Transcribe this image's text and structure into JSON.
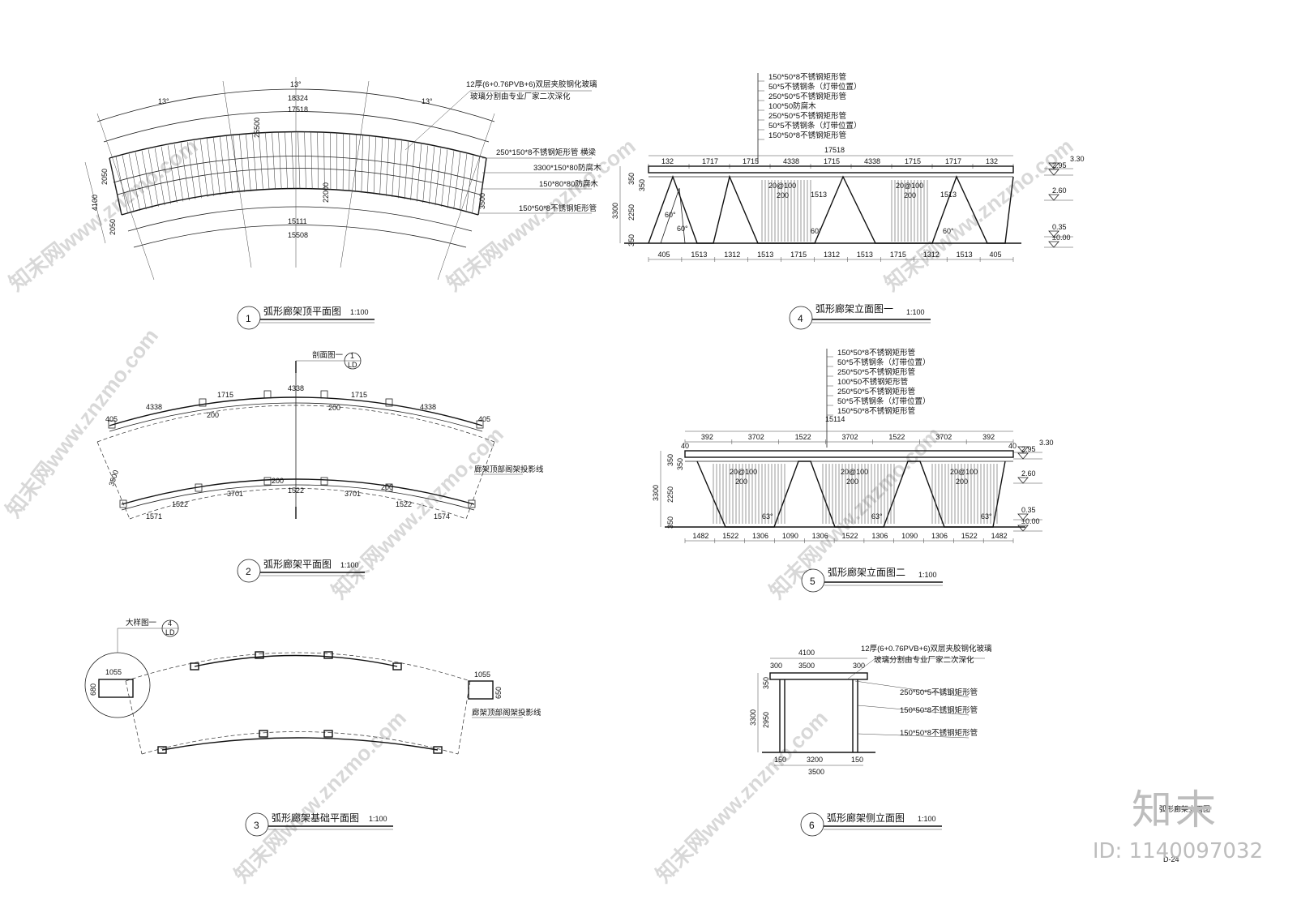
{
  "sheet": {
    "brand_mark": "知末",
    "id_label": "ID: 1140097032",
    "watermark_texts": [
      "知末网www.znzmo.com",
      "知末网www.znzmo.com",
      "知末网www.znzmo.com",
      "知末网www.znzmo.com",
      "知末网www.znzmo.com",
      "知末网www.znzmo.com",
      "知末网www.znzmo.com",
      "知末网www.znzmo.com"
    ]
  },
  "views": [
    {
      "number": "1",
      "title": "弧形廊架顶平面图",
      "scale": "1:100"
    },
    {
      "number": "2",
      "title": "弧形廊架平面图",
      "scale": "1:100"
    },
    {
      "number": "3",
      "title": "弧形廊架基础平面图",
      "scale": "1:100"
    },
    {
      "number": "4",
      "title": "弧形廊架立面图一",
      "scale": "1:100"
    },
    {
      "number": "5",
      "title": "弧形廊架立面图二",
      "scale": "1:100"
    },
    {
      "number": "6",
      "title": "弧形廊架侧立面图",
      "scale": "1:100"
    }
  ],
  "plan1": {
    "angles": [
      "13°",
      "13°",
      "13°"
    ],
    "arcs": [
      "18324",
      "17518",
      "15111",
      "15508"
    ],
    "left_dims": [
      "2050",
      "4100",
      "2050"
    ],
    "mid_dims": [
      "25500",
      "22000"
    ],
    "right_dim": "3500",
    "notes": [
      "12厚(6+0.76PVB+6)双层夹胶钢化玻璃",
      "玻璃分割由专业厂家二次深化",
      "250*150*8不锈钢矩形管 横梁",
      "3300*150*80防腐木",
      "150*80*80防腐木",
      "150*50*8不锈钢矩形管"
    ]
  },
  "plan2": {
    "section_label": "剖面图一",
    "section_ref": {
      "top": "1",
      "bottom": "LD"
    },
    "outer_arcs": [
      "4338",
      "1715",
      "4338",
      "1715",
      "4338"
    ],
    "inner_arcs": [
      "1522",
      "3701",
      "1522",
      "3701",
      "1522"
    ],
    "ends": [
      "405",
      "405",
      "1571",
      "1574"
    ],
    "bay_marks": [
      "200",
      "200",
      "200",
      "200"
    ],
    "left_dim": "3500",
    "note": "廊架顶部阁架投影线"
  },
  "plan3": {
    "detail_label": "大样图一",
    "detail_ref": {
      "top": "4",
      "bottom": "LD"
    },
    "dims": [
      "1055",
      "1055",
      "680",
      "650"
    ],
    "note": "廊架顶部阁架投影线"
  },
  "elev1": {
    "notes": [
      "150*50*8不锈钢矩形管",
      "50*5不锈钢条（灯带位置）",
      "250*50*5不锈钢矩形管",
      "100*50防腐木",
      "250*50*5不锈钢矩形管",
      "50*5不锈钢条（灯带位置）",
      "150*50*8不锈钢矩形管"
    ],
    "overall": "17518",
    "top_dims": [
      "132",
      "1717",
      "1715",
      "4338",
      "1715",
      "4338",
      "1715",
      "1717",
      "132"
    ],
    "bottom_dims": [
      "405",
      "1513",
      "1312",
      "1513",
      "1715",
      "1312",
      "1513",
      "1715",
      "1312",
      "1513",
      "405"
    ],
    "left_dims": [
      "350",
      "350",
      "3300",
      "2250",
      "350"
    ],
    "inner_dims": [
      "20@100",
      "200",
      "1513",
      "20@100",
      "200",
      "1513"
    ],
    "angles": [
      "60°",
      "60°",
      "60°",
      "60°"
    ],
    "levels": [
      "3.30",
      "2.95",
      "2.60",
      "0.35",
      "±0.00"
    ]
  },
  "elev2": {
    "notes": [
      "150*50*8不锈钢矩形管",
      "50*5不锈钢条（灯带位置）",
      "250*50*5不锈钢矩形管",
      "100*50不锈钢矩形管",
      "250*50*5不锈钢矩形管",
      "50*5不锈钢条（灯带位置）",
      "150*50*8不锈钢矩形管"
    ],
    "overall": "15114",
    "top_dims": [
      "392",
      "3702",
      "1522",
      "3702",
      "1522",
      "3702",
      "392"
    ],
    "edge_dims": [
      "40",
      "40"
    ],
    "bottom_dims": [
      "1482",
      "1522",
      "1306",
      "1090",
      "1306",
      "1522",
      "1306",
      "1090",
      "1306",
      "1522",
      "1482"
    ],
    "left_dims": [
      "350",
      "350",
      "3300",
      "2250",
      "350"
    ],
    "inner_dims": [
      "20@100",
      "200",
      "20@100",
      "200",
      "20@100",
      "200"
    ],
    "angles": [
      "63°",
      "63°",
      "63°"
    ],
    "levels": [
      "3.30",
      "2.95",
      "2.60",
      "0.35",
      "±0.00"
    ]
  },
  "elev3": {
    "notes": [
      "12厚(6+0.76PVB+6)双层夹胶钢化玻璃",
      "玻璃分割由专业厂家二次深化",
      "250*50*5不锈钢矩形管",
      "150*50*8不锈钢矩形管",
      "150*50*8不锈钢矩形管"
    ],
    "top_overall": "4100",
    "top_dims": [
      "300",
      "3500",
      "300"
    ],
    "bottom_dims": [
      "150",
      "3200",
      "150"
    ],
    "bottom_overall": "3500",
    "left_dims": [
      "3300",
      "350",
      "2950"
    ]
  },
  "corner_stamp": {
    "text": "弧形廊架立面图",
    "code": "D-24"
  }
}
